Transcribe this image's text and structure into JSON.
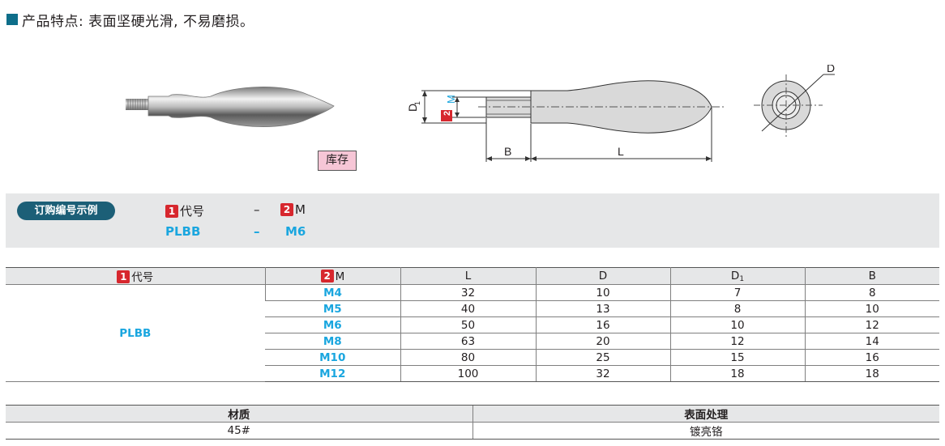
{
  "feature": {
    "text": "产品特点: 表面坚硬光滑, 不易磨损。"
  },
  "stock_label": "库存",
  "drawing": {
    "label_d1": "D",
    "label_d1_sub": "1",
    "label_m_badge": "2",
    "label_m": "M",
    "label_b": "B",
    "label_l": "L",
    "label_d": "D"
  },
  "order": {
    "title": "订购编号示例",
    "h1_badge": "1",
    "h1_label": "代号",
    "dash1": "–",
    "h2_badge": "2",
    "h2_label": "M",
    "v1": "PLBB",
    "dash2": "–",
    "v2": "M6"
  },
  "spec": {
    "headers": {
      "code_badge": "1",
      "code": "代号",
      "m_badge": "2",
      "m": "M",
      "l": "L",
      "d": "D",
      "d1": "D",
      "d1_sub": "1",
      "b": "B"
    },
    "code_value": "PLBB",
    "rows": [
      {
        "m": "M4",
        "l": "32",
        "d": "10",
        "d1": "7",
        "b": "8"
      },
      {
        "m": "M5",
        "l": "40",
        "d": "13",
        "d1": "8",
        "b": "10"
      },
      {
        "m": "M6",
        "l": "50",
        "d": "16",
        "d1": "10",
        "b": "12"
      },
      {
        "m": "M8",
        "l": "63",
        "d": "20",
        "d1": "12",
        "b": "14"
      },
      {
        "m": "M10",
        "l": "80",
        "d": "25",
        "d1": "15",
        "b": "16"
      },
      {
        "m": "M12",
        "l": "100",
        "d": "32",
        "d1": "18",
        "b": "18"
      }
    ]
  },
  "material": {
    "header_material": "材质",
    "header_surface": "表面处理",
    "material": "45#",
    "surface": "镀亮铬"
  },
  "colors": {
    "accent": "#1c5f77",
    "code_blue": "#1aa6df",
    "badge_red": "#d7272e",
    "stock_pink": "#f6c6d6",
    "header_gray": "#e6e7e8"
  }
}
